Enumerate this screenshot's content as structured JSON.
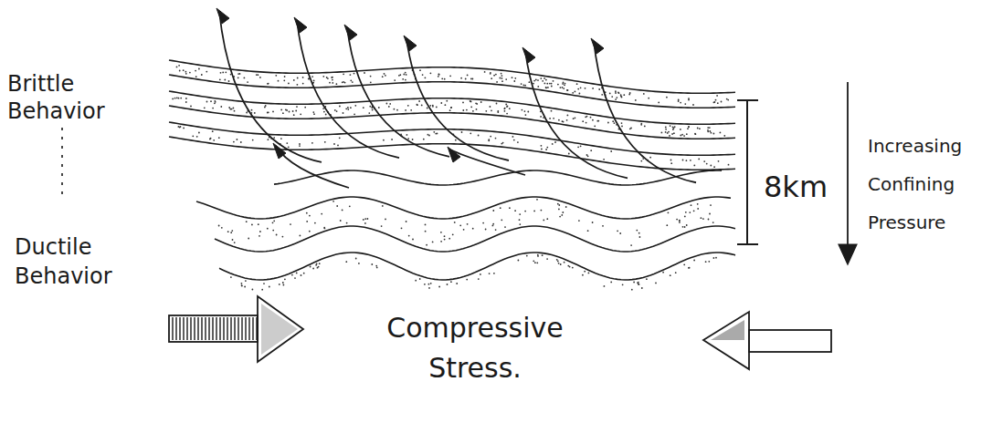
{
  "diagram": {
    "labels": [
      "Brittle Behavior",
      "Ductile Behavior",
      "8km",
      "Increasing Confining Pressure",
      "Compressive Stress."
    ]
  }
}
